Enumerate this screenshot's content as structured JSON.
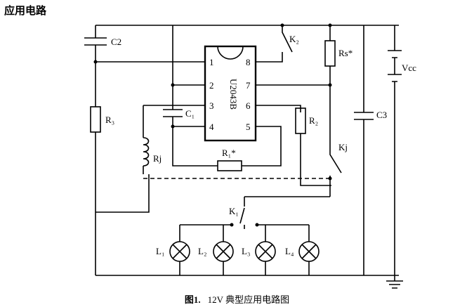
{
  "page_title": "应用电路",
  "components": {
    "ic": "U2043B",
    "pins": [
      "1",
      "2",
      "3",
      "4",
      "5",
      "6",
      "7",
      "8"
    ],
    "c1": "C₁",
    "c2": "C2",
    "c3": "C3",
    "r1": "R₁*",
    "r2": "R₂",
    "r3": "R₃",
    "rs": "Rs*",
    "rj": "Rj",
    "k1": "K₁",
    "k2": "K₂",
    "kj": "Kj",
    "vcc": "Vcc",
    "lamps": [
      "L₁",
      "L₂",
      "L₃",
      "L₄"
    ]
  },
  "caption": {
    "number": "图1.",
    "text": "12V 典型应用电路图"
  }
}
